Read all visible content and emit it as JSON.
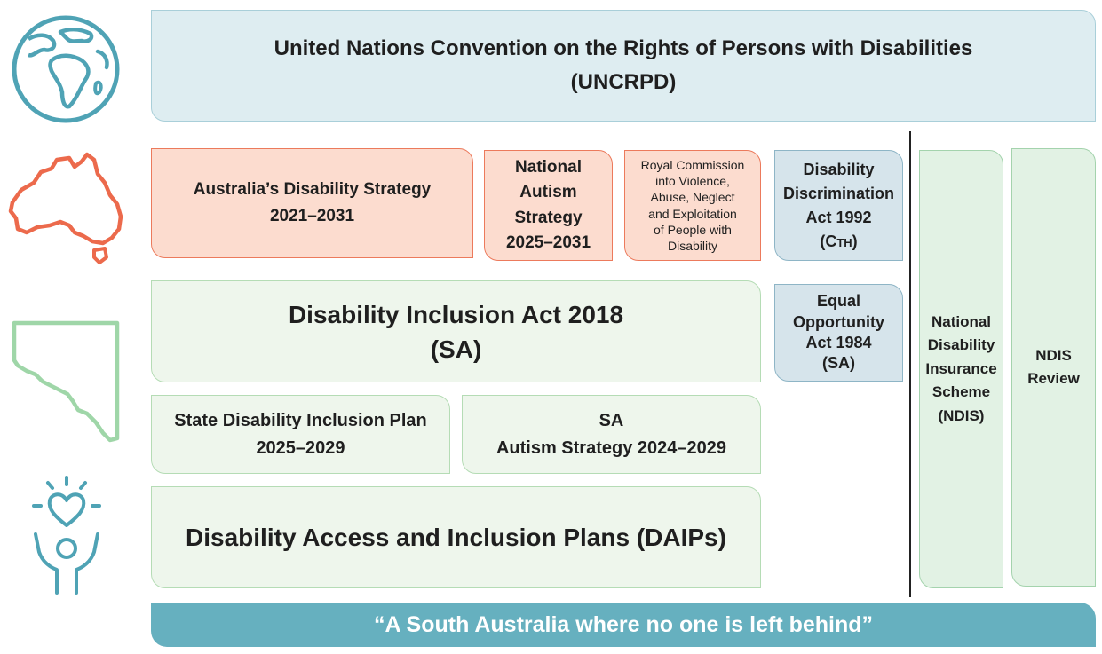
{
  "un": {
    "line1": "United Nations Convention on the Rights of Persons with Disabilities",
    "line2": "(UNCRPD)"
  },
  "national": {
    "strategy": {
      "line1": "Australia’s Disability Strategy",
      "line2": "2021–2031"
    },
    "autism": {
      "line1": "National",
      "line2": "Autism",
      "line3": "Strategy",
      "line4": "2025–2031"
    },
    "royal_commission": {
      "line1": "Royal Commission",
      "line2": "into Violence,",
      "line3": "Abuse, Neglect",
      "line4": "and Exploitation",
      "line5": "of People with",
      "line6": "Disability"
    },
    "dda": {
      "line1": "Disability",
      "line2": "Discrimination",
      "line3": "Act 1992",
      "line4_main": "(C",
      "line4_sub": "TH",
      "line4_end": ")"
    }
  },
  "state": {
    "inclusion_act": {
      "line1": "Disability Inclusion Act 2018",
      "line2": "(SA)"
    },
    "equal_opportunity": {
      "line1": "Equal",
      "line2": "Opportunity",
      "line3": "Act 1984",
      "line4": "(SA)"
    },
    "inclusion_plan": {
      "line1": "State Disability Inclusion Plan",
      "line2": "2025–2029"
    },
    "autism_strategy": {
      "line1": "SA",
      "line2": "Autism Strategy 2024–2029"
    }
  },
  "daips": {
    "label": "Disability Access and Inclusion Plans (DAIPs)"
  },
  "ndis": {
    "line1": "National",
    "line2": "Disability",
    "line3": "Insurance",
    "line4": "Scheme",
    "line5": "(NDIS)"
  },
  "ndis_review": {
    "line1": "NDIS",
    "line2": "Review"
  },
  "banner": {
    "text": "“A South Australia where no one is left behind”"
  },
  "icons": {
    "globe": "globe-icon",
    "australia": "australia-map-icon",
    "south_australia": "south-australia-map-icon",
    "person": "person-heart-icon"
  },
  "colors": {
    "teal": "#4fa3b5",
    "orange": "#ec6a4c",
    "green": "#9fd6a8",
    "banner": "#66b0bf",
    "un_fill": "#deedf1",
    "orange_fill": "#fcdccf",
    "green_fill": "#eef6ec",
    "blue_fill": "#d6e4eb",
    "ndis_fill": "#e2f2e4"
  }
}
